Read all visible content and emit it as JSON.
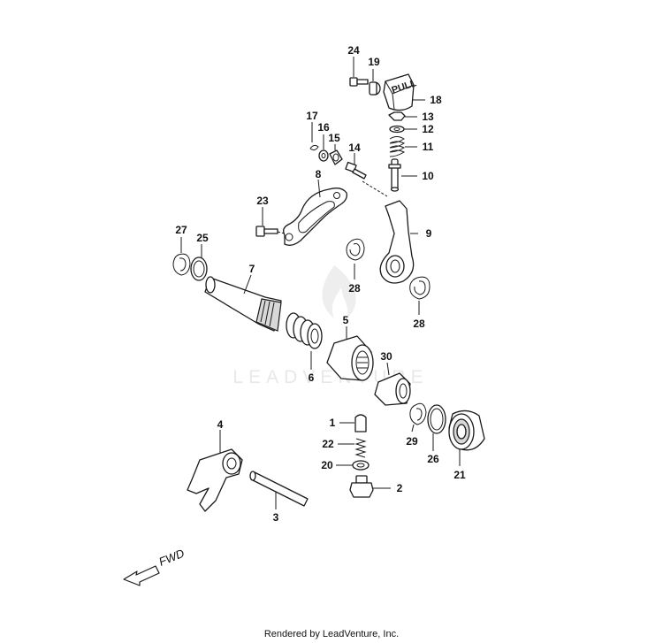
{
  "watermark": {
    "text": "LEADVENTURE"
  },
  "footer": {
    "text": "Rendered by LeadVenture, Inc."
  },
  "direction": {
    "label": "FWD"
  },
  "knob_label": "PULL",
  "callouts": {
    "c1": "1",
    "c2": "2",
    "c3": "3",
    "c4": "4",
    "c5": "5",
    "c6": "6",
    "c7": "7",
    "c8": "8",
    "c9": "9",
    "c10": "10",
    "c11": "11",
    "c12": "12",
    "c13": "13",
    "c14": "14",
    "c15": "15",
    "c16": "16",
    "c17": "17",
    "c18": "18",
    "c19": "19",
    "c20": "20",
    "c21": "21",
    "c22": "22",
    "c23": "23",
    "c24": "24",
    "c25": "25",
    "c26": "26",
    "c27": "27",
    "c28a": "28",
    "c28b": "28",
    "c29": "29",
    "c30": "30"
  }
}
